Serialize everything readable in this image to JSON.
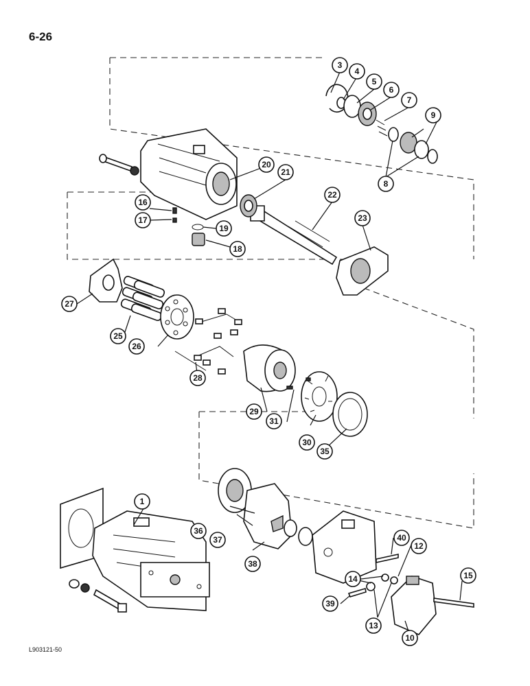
{
  "page": {
    "number": "6-26",
    "footer_code": "L903121-50"
  },
  "callouts": [
    "3",
    "4",
    "5",
    "6",
    "7",
    "8",
    "9",
    "20",
    "21",
    "22",
    "23",
    "16",
    "17",
    "19",
    "18",
    "27",
    "25",
    "26",
    "28",
    "29",
    "31",
    "30",
    "35",
    "1",
    "36",
    "37",
    "38",
    "40",
    "12",
    "14",
    "15",
    "39",
    "13",
    "10"
  ]
}
